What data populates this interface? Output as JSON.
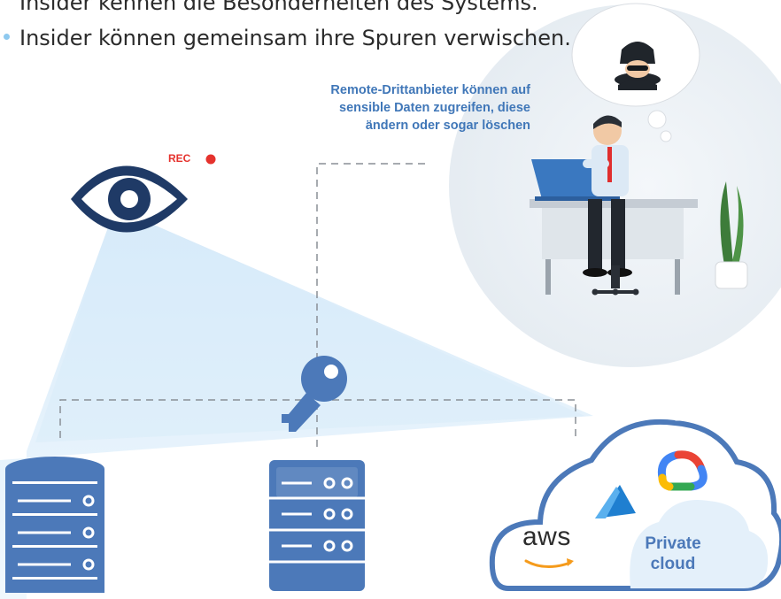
{
  "bullets": {
    "line1": "Insider kennen die Besonderheiten des Systems.",
    "line2": "Insider können gemeinsam ihre Spuren verwischen."
  },
  "caption": {
    "line1": "Remote-Drittanbieter können auf",
    "line2": "sensible Daten zugreifen, diese",
    "line3": "ändern oder sogar löschen"
  },
  "rec_label": "REC",
  "cloud": {
    "aws_label": "aws",
    "private_line1": "Private",
    "private_line2": "cloud"
  },
  "colors": {
    "icon_blue": "#4c79b9",
    "dark_navy": "#1f3a66",
    "caption_blue": "#4077b8",
    "rec_red": "#e5322d",
    "cone_light": "#dbeefb",
    "cloud_fill": "#e7f2fb"
  },
  "icons": [
    "eye-icon",
    "key-icon",
    "database-icon",
    "server-icon",
    "cloud-icon",
    "azure-icon",
    "google-cloud-icon",
    "spy-icon",
    "amazon-smile-icon"
  ]
}
